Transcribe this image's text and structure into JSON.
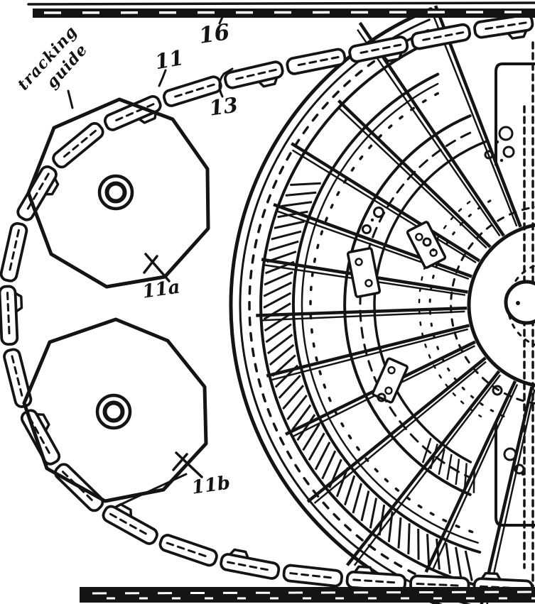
{
  "figure": {
    "kind": "patent-track-drive-diagram",
    "labels": {
      "tracking_line1": "tracking",
      "tracking_line2": "guide",
      "ref_16": "16",
      "ref_11": "11",
      "ref_13": "13",
      "ref_11a": "11a",
      "ref_11b": "11b"
    },
    "colors": {
      "ink": "#141414",
      "paper": "#ffffff"
    }
  }
}
